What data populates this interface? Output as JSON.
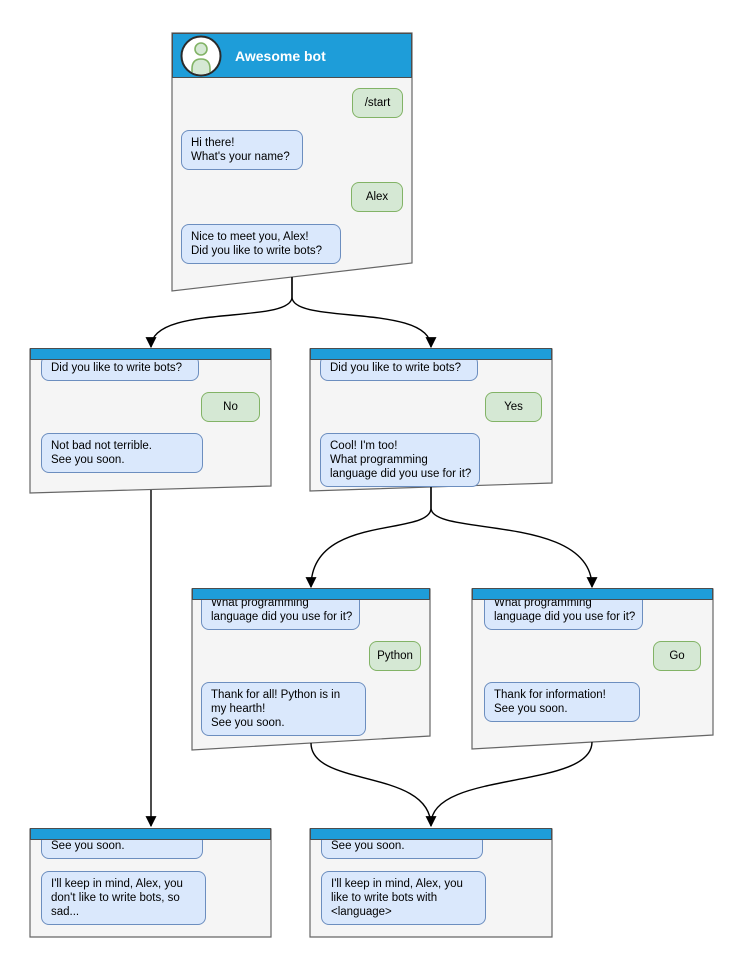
{
  "colors": {
    "header_blue": "#1E9DD9",
    "window_fill": "#F5F5F5",
    "window_border": "#666666",
    "bot_bubble_fill": "#DAE8FC",
    "bot_bubble_border": "#6C8EBF",
    "user_bubble_fill": "#D5E8D4",
    "user_bubble_border": "#82B366",
    "connector": "#000000"
  },
  "windows": [
    {
      "name": "start-chat",
      "title": "Awesome bot",
      "avatar_icon": "person-icon",
      "messages": [
        {
          "from": "user",
          "text": "/start"
        },
        {
          "from": "bot",
          "text": "Hi there!\nWhat's your name?"
        },
        {
          "from": "user",
          "text": "Alex"
        },
        {
          "from": "bot",
          "text": "Nice to meet you, Alex!\nDid you like to write bots?"
        }
      ]
    },
    {
      "name": "no-branch",
      "messages": [
        {
          "from": "bot",
          "text": "Did you like to write bots?"
        },
        {
          "from": "user",
          "text": "No"
        },
        {
          "from": "bot",
          "text": "Not bad not terrible.\nSee you soon."
        }
      ]
    },
    {
      "name": "yes-branch",
      "messages": [
        {
          "from": "bot",
          "text": "Did you like to write bots?"
        },
        {
          "from": "user",
          "text": "Yes"
        },
        {
          "from": "bot",
          "text": "Cool! I'm too!\nWhat programming\nlanguage did you use for it?"
        }
      ]
    },
    {
      "name": "python-branch",
      "messages": [
        {
          "from": "bot",
          "text": "What programming\nlanguage did you use for it?"
        },
        {
          "from": "user",
          "text": "Python"
        },
        {
          "from": "bot",
          "text": "Thank for all! Python is in\nmy hearth!\nSee you soon."
        }
      ]
    },
    {
      "name": "go-branch",
      "messages": [
        {
          "from": "bot",
          "text": "What programming\nlanguage did you use for it?"
        },
        {
          "from": "user",
          "text": "Go"
        },
        {
          "from": "bot",
          "text": "Thank for information!\nSee you soon."
        }
      ]
    },
    {
      "name": "goodbye-sad",
      "messages": [
        {
          "from": "bot",
          "text": "See you soon."
        },
        {
          "from": "bot",
          "text": "I'll keep in mind, Alex, you\ndon't like to write bots, so\nsad..."
        }
      ]
    },
    {
      "name": "goodbye-happy",
      "messages": [
        {
          "from": "bot",
          "text": "See you soon."
        },
        {
          "from": "bot",
          "text": "I'll keep in mind, Alex, you\nlike to write bots with\n<language>"
        }
      ]
    }
  ]
}
